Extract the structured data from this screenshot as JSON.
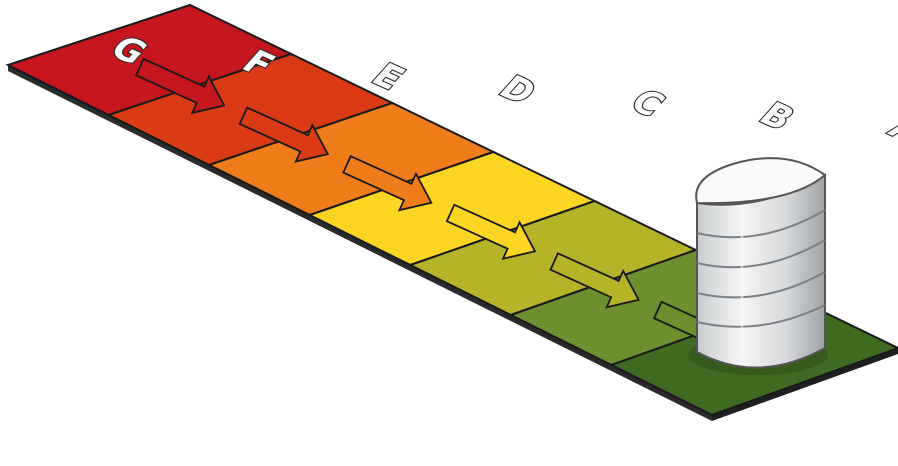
{
  "diagram": {
    "bands": [
      {
        "label": "G",
        "color": "#c4161c"
      },
      {
        "label": "F",
        "color": "#db3a16"
      },
      {
        "label": "E",
        "color": "#f07d1a"
      },
      {
        "label": "D",
        "color": "#fcd523"
      },
      {
        "label": "C",
        "color": "#b5b327"
      },
      {
        "label": "B",
        "color": "#6d8f2f"
      },
      {
        "label": "A",
        "color": "#3f6a22"
      }
    ],
    "building_icon": "cylindrical-building-icon",
    "arrow_icon": "down-right-arrow-icon"
  }
}
